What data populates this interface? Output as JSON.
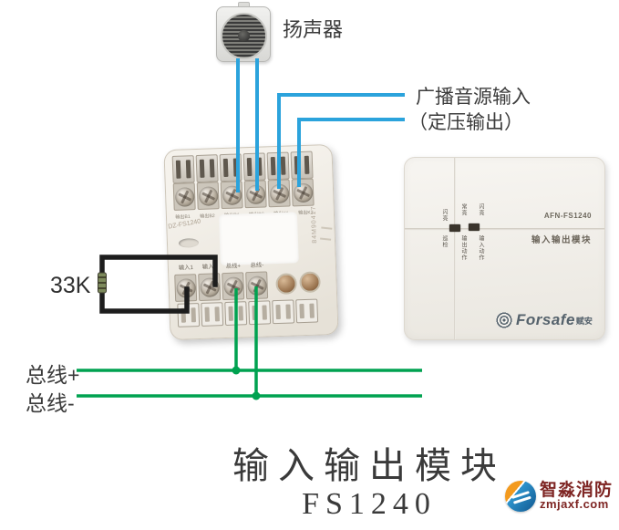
{
  "labels": {
    "speaker": "扬声器",
    "broadcast_line1": "广播音源输入",
    "broadcast_line2": "（定压输出）",
    "resistor": "33K",
    "bus_plus": "总线+",
    "bus_minus": "总线-"
  },
  "module_base": {
    "model_marking": "DZ-FS1240",
    "serial_marking": "84M90417",
    "top_terminal_labels": [
      "输出B1",
      "输出B2",
      "输出D1",
      "输出D2",
      "输出K1",
      "输出K2"
    ],
    "bottom_terminal_labels": [
      "输入1",
      "输入1",
      "总线+",
      "总线-"
    ]
  },
  "module_photo": {
    "model": "AFN-FS1240",
    "product_name": "输入输出模块",
    "brand": "Forsafe",
    "brand_suffix": "赋安",
    "led_annotations": [
      {
        "top": "闪亮",
        "bottom": "巡检"
      },
      {
        "top": "常亮",
        "bottom": "输出动作"
      },
      {
        "top": "闪亮",
        "bottom": "输入动作"
      }
    ]
  },
  "title": {
    "line1": "输入输出模块",
    "line2": "FS1240"
  },
  "watermark": {
    "name": "智淼消防",
    "url": "zmjaxf.com"
  },
  "colors": {
    "wire_blue": "#2ba3dc",
    "wire_green": "#00a250",
    "wire_black": "#1d1d1d",
    "title_text": "#3a3a3a",
    "watermark_text": "#7e2523",
    "brand_text": "#55626c"
  }
}
